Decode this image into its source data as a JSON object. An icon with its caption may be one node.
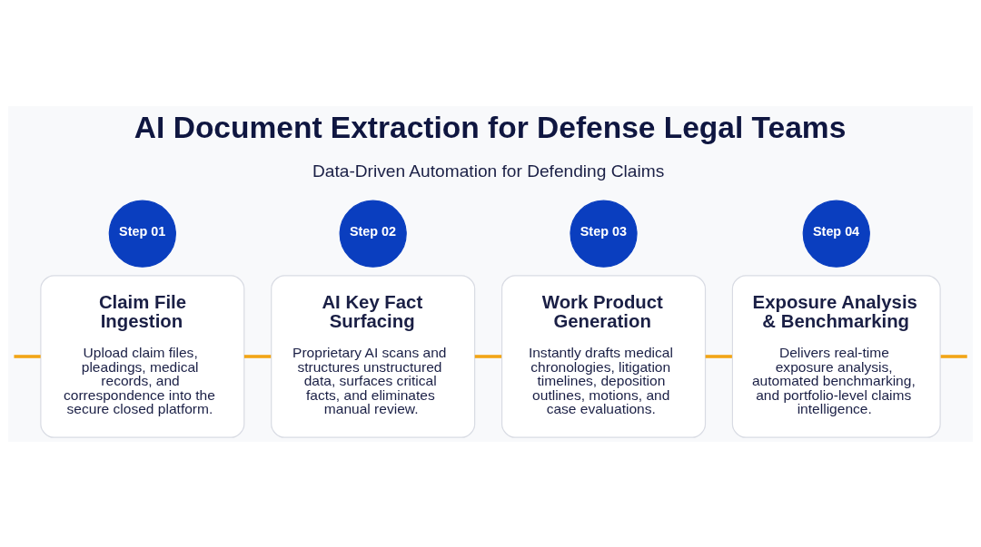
{
  "diagram": {
    "title": "AI Document Extraction for Defense Legal Teams",
    "nodes": [
      {
        "text": [
          "Step 01"
        ]
      },
      {
        "text": [
          "Claim File Ingestion",
          "Upload claim files, pleadings, medical records, and correspondence into the secure closed platform."
        ]
      },
      {
        "text": [
          "Step 02"
        ]
      },
      {
        "text": [
          "AI Key Fact Surfacing",
          "Proprietary AI scans and structures unstructured data, surfaces critical facts, and eliminates manual review."
        ]
      },
      {
        "text": [
          "Step 03"
        ]
      },
      {
        "text": [
          "Work Product Generation",
          "Instantly drafts medical chronologies, litigation timelines, deposition outlines, motions, and case evaluations."
        ]
      },
      {
        "text": [
          "Step 04"
        ]
      },
      {
        "text": [
          "Exposure Analysis & Benchmarking",
          "Delivers real-time exposure analysis, automated benchmarking, and portfolio-level claims intelligence."
        ]
      }
    ],
    "edges": [
      {
        "from": null,
        "to": 1,
        "arrow": "none"
      },
      {
        "from": 1,
        "to": 3,
        "arrow": "none"
      },
      {
        "from": 3,
        "to": 5,
        "arrow": "none"
      },
      {
        "from": 5,
        "to": 7,
        "arrow": "none"
      },
      {
        "from": 7,
        "to": null,
        "arrow": "none"
      }
    ],
    "labels": [
      "Data-Driven Automation for Defending Claims"
    ]
  }
}
